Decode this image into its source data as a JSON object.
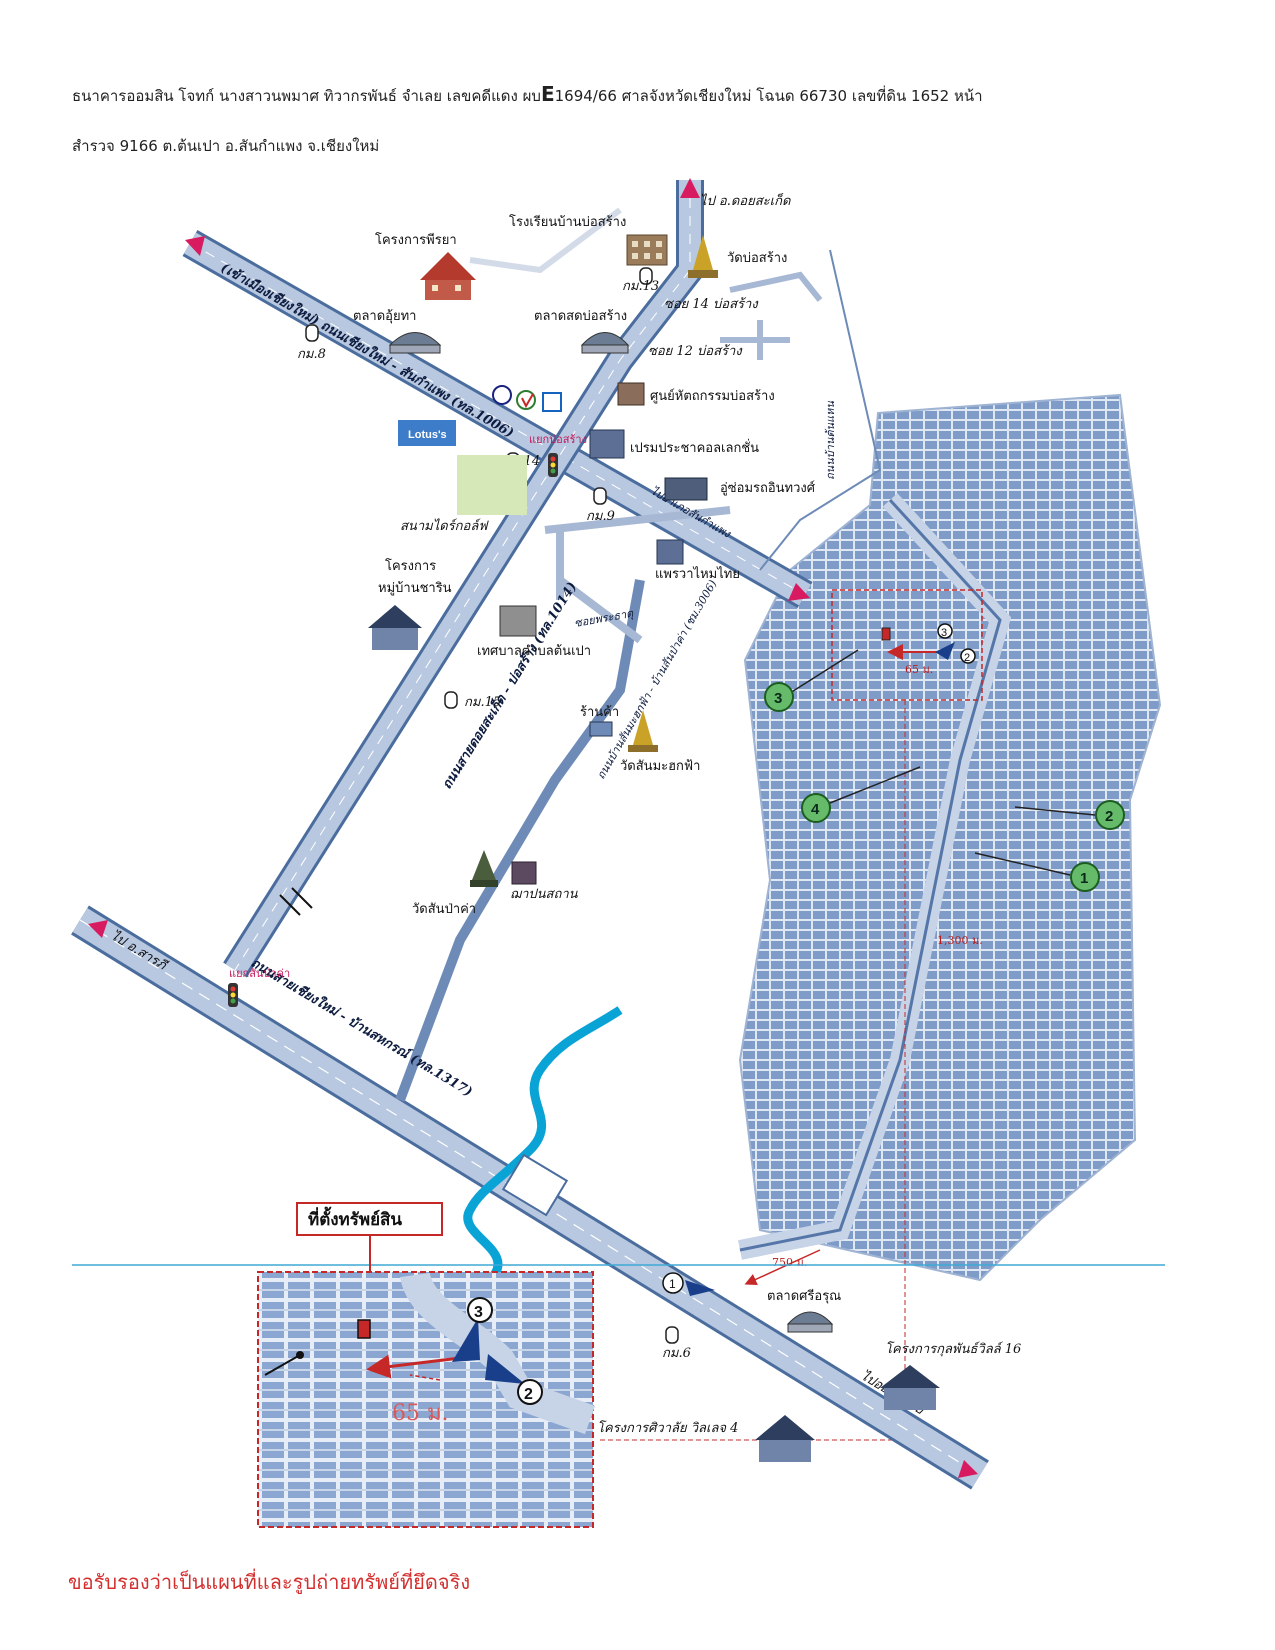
{
  "header": {
    "line1_a": "ธนาคารออมสิน โจทก์ นางสาวนพมาศ ทิวากรพันธ์ จำเลย เลขคดีแดง ผบ",
    "line1_e": "E",
    "line1_b": "1694/66 ศาลจังหวัดเชียงใหม่    โฉนด 66730 เลขที่ดิน 1652 หน้า",
    "line2": "สำรวจ 9166 ต.ต้นเปา อ.สันกำแพง จ.เชียงใหม่"
  },
  "map": {
    "roads": {
      "road_1006": "(เข้าเมืองเชียงใหม่) ถนนเชียงใหม่ - สันกำแพง (ทล.1006)",
      "road_1006_end": "ไปอำเภอสันกำแพง",
      "road_1014": "ถนนสายดอยสะเก็ด - บ่อสร้าง (ทล.1014)",
      "road_1317": "ถนนสายเชียงใหม่ - บ้านสหกรณ์ (ทล.1317)",
      "road_sanmahakfa": "ถนนบ้านสันมะฮกฟ้า - บ้านสันป่าค่า (ชม.3006)",
      "road_tonpao": "ถนนบ้านต้นแหน",
      "soi_phrasing": "ซอยพระธาตุ",
      "soi_12": "ซอย 12 บ่อสร้าง",
      "soi_14": "ซอย 14 บ่อสร้าง",
      "to_doisaket": "ไป อ.ดอยสะเก็ด",
      "to_saraphi": "ไป อ.สารภี",
      "to_onnuea": "ไปออนหลวย"
    },
    "places": {
      "phiraya": "โครงการพีรยา",
      "school_bosang": "โรงเรียนบ้านบ่อสร้าง",
      "wat_bosang": "วัดบ่อสร้าง",
      "talat_uttha": "ตลาดอุ้ยทา",
      "talat_bosang": "ตลาดสดบ่อสร้าง",
      "handicraft": "ศูนย์หัตถกรรมบ่อสร้าง",
      "prem": "เปรมประชาคอลเลกชั่น",
      "garage": "อู่ซ่อมรถอินทวงศ์",
      "lotus": "Lotus's",
      "golf": "สนามไดร์กอล์ฟ",
      "yaek_bosang": "แยกบ่อสร้าง",
      "project_charin_1": "โครงการ",
      "project_charin_2": "หมู่บ้านชาริน",
      "tessaban": "เทศบาลตำบลต้นเปา",
      "praewa": "แพรวาไหมไทย",
      "shop": "ร้านค้า",
      "wat_sanmahakfa": "วัดสันมะฮกฟ้า",
      "wat_sanpaka": "วัดสันป่าค่า",
      "church": "ฌาปนสถาน",
      "yaek_sanpaka": "แยกสันป่าค่า",
      "talat_sriroon": "ตลาดศรีอรุณ",
      "kunphan": "โครงการกุลพันธ์วิลล์ 16",
      "siwalai": "โครงการศิวาลัย วิลเลจ 4"
    },
    "markers": {
      "km8": "กม.8",
      "km9": "กม.9",
      "km13": "กม.13",
      "km14": "กม.14",
      "km15": "กม.15",
      "km6": "กม.6"
    },
    "distances": {
      "d65": "65 ม.",
      "d1300": "1,300 ม.",
      "d750": "750 ม.",
      "d65_inset": "65 ม."
    },
    "callouts": [
      "1",
      "2",
      "3",
      "4"
    ],
    "property_label": "ที่ตั้งทรัพย์สิน",
    "colors": {
      "road": "#8fa6c8",
      "road_edge": "#4a6d9e",
      "property": "#c62828",
      "callout": "#66bb6a",
      "river": "#0aa3d6",
      "village": "#5f7fb3"
    }
  },
  "certification": "ขอรับรองว่าเป็นแผนที่และรูปถ่ายทรัพย์ที่ยึดจริง"
}
